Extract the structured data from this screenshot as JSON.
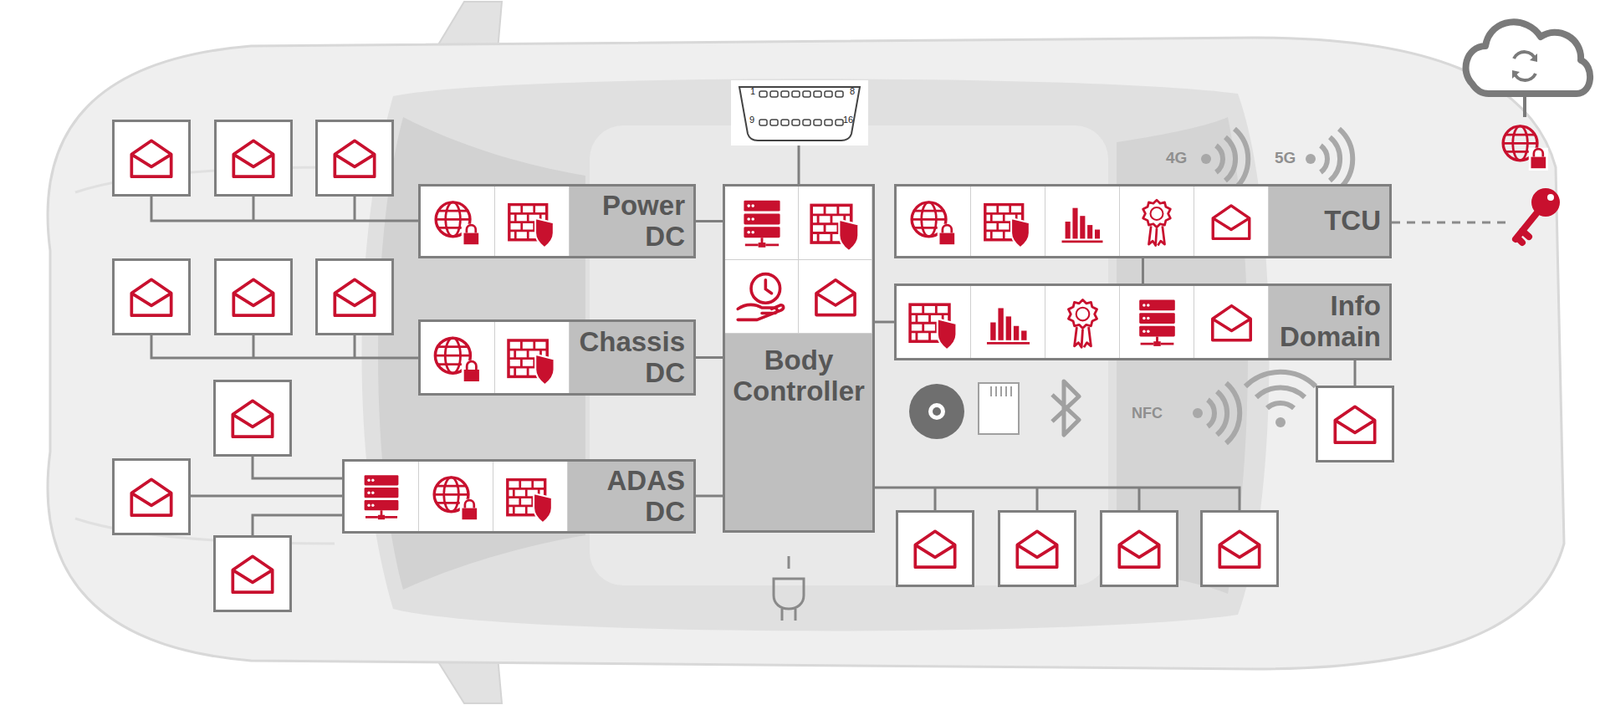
{
  "diagram": {
    "nodes": [
      {
        "text": [
          "Power DC"
        ]
      },
      {
        "text": [
          "Chassis DC"
        ]
      },
      {
        "text": [
          "ADAS DC"
        ]
      },
      {
        "text": [
          "Body Controller"
        ]
      },
      {
        "text": [
          "TCU"
        ]
      },
      {
        "text": [
          "Info Domain"
        ]
      }
    ],
    "edges": [
      {
        "from": 0,
        "to": 3,
        "arrow": "none"
      },
      {
        "from": 1,
        "to": 3,
        "arrow": "none"
      },
      {
        "from": 2,
        "to": 3,
        "arrow": "none"
      },
      {
        "from": 3,
        "to": 5,
        "arrow": "none"
      },
      {
        "from": 4,
        "to": 5,
        "arrow": "none"
      }
    ],
    "labels": [
      "1",
      "8",
      "9",
      "16",
      "4G",
      "5G",
      "NFC"
    ]
  }
}
